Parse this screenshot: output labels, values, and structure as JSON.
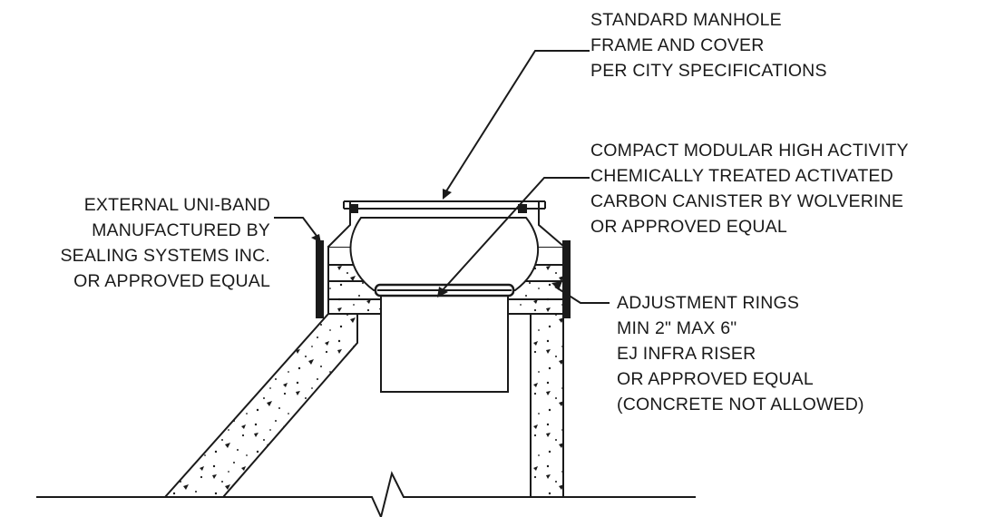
{
  "colors": {
    "line": "#1a1a1a",
    "background": "#ffffff"
  },
  "callouts": {
    "manhole": {
      "lines": [
        "STANDARD MANHOLE",
        "FRAME AND COVER",
        "PER CITY SPECIFICATIONS"
      ]
    },
    "canister": {
      "lines": [
        "COMPACT MODULAR HIGH ACTIVITY",
        "CHEMICALLY TREATED ACTIVATED",
        "CARBON CANISTER BY WOLVERINE",
        "OR APPROVED EQUAL"
      ]
    },
    "uniband": {
      "lines": [
        "EXTERNAL UNI-BAND",
        "MANUFACTURED BY",
        "SEALING SYSTEMS INC.",
        "OR APPROVED EQUAL"
      ]
    },
    "rings": {
      "lines": [
        "ADJUSTMENT RINGS",
        "MIN 2\" MAX 6\"",
        "EJ INFRA RISER",
        "OR APPROVED EQUAL",
        "(CONCRETE NOT ALLOWED)"
      ]
    }
  }
}
